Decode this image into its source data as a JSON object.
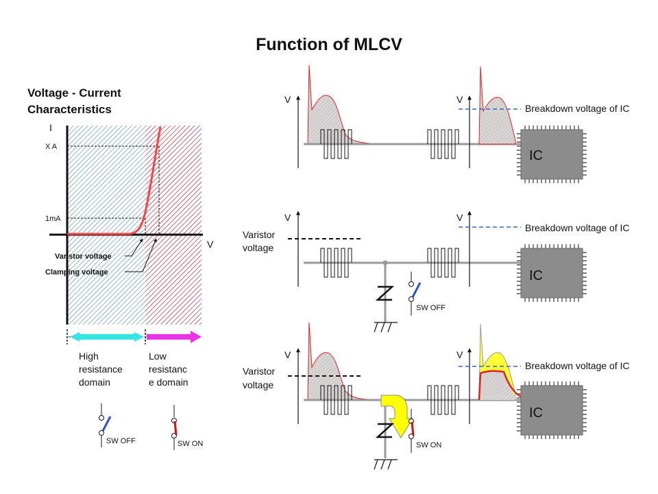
{
  "title": "Function of MLCV",
  "vi_chart": {
    "heading_line1": "Voltage - Current",
    "heading_line2": "Characteristics",
    "y_axis_label": "I",
    "x_axis_label": "V",
    "tick_xa": "X A",
    "tick_1ma": "1mA",
    "varistor_voltage": "Varistor voltage",
    "clamping_voltage": "Clamping voltage",
    "domain_high_line1": "High",
    "domain_high_line2": "resistance",
    "domain_high_line3": "domain",
    "domain_low_line1": "Low",
    "domain_low_line2": "resistanc",
    "domain_low_line3": "e domain",
    "sw_off": "SW OFF",
    "sw_on": "SW ON"
  },
  "rows": [
    {
      "v_left": "V",
      "v_right": "V",
      "breakdown": "Breakdown voltage of IC",
      "ic": "IC"
    },
    {
      "v_left": "V",
      "v_right": "V",
      "varistor_line1": "Varistor",
      "varistor_line2": "voltage",
      "breakdown": "Breakdown voltage of IC",
      "ic": "IC",
      "switch": "SW OFF"
    },
    {
      "v_left": "V",
      "v_right": "V",
      "varistor_line1": "Varistor",
      "varistor_line2": "voltage",
      "breakdown": "Breakdown voltage of IC",
      "ic": "IC",
      "switch": "SW ON"
    }
  ],
  "colors": {
    "surge_fill": "#d0cccc",
    "surge_stroke": "#e02020",
    "clamped_fill": "#ffff33",
    "high_domain": "#33e5e5",
    "low_domain": "#e833e8",
    "chip": "#8c8c8c",
    "breakdown_line": "#3366cc",
    "arrow_yellow": "#ffff00",
    "switch_blue": "#2a55c8",
    "switch_red": "#cc1111"
  }
}
